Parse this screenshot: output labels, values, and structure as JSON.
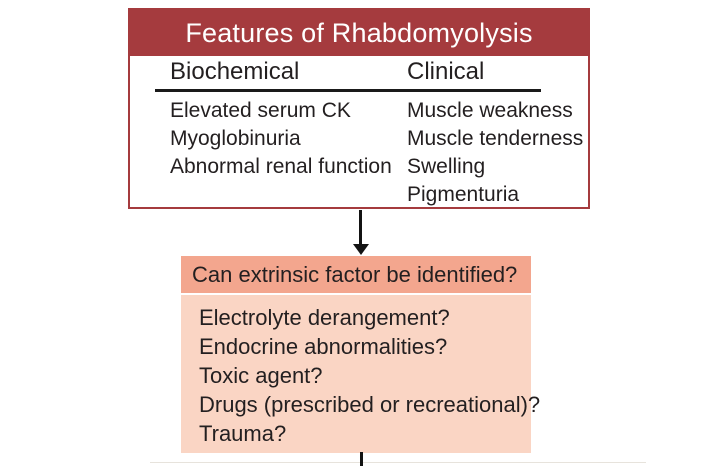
{
  "colors": {
    "dark_red": "#a53b3e",
    "salmon_header": "#f3a68e",
    "peach_body": "#fad5c4",
    "text_dark": "#231f20",
    "arrow_black": "#131313",
    "title_text_white": "#ffffff"
  },
  "features_box": {
    "title": "Features of Rhabdomyolysis",
    "columns": [
      {
        "header": "Biochemical",
        "items": [
          "Elevated serum CK",
          "Myoglobinuria",
          "Abnormal renal function"
        ]
      },
      {
        "header": "Clinical",
        "items": [
          "Muscle weakness",
          "Muscle tenderness",
          "Swelling",
          "Pigmenturia"
        ]
      }
    ]
  },
  "extrinsic_box": {
    "title": "Can extrinsic factor be identified?",
    "items": [
      "Electrolyte derangement?",
      "Endocrine abnormalities?",
      "Toxic agent?",
      "Drugs (prescribed or recreational)?",
      "Trauma?"
    ]
  }
}
